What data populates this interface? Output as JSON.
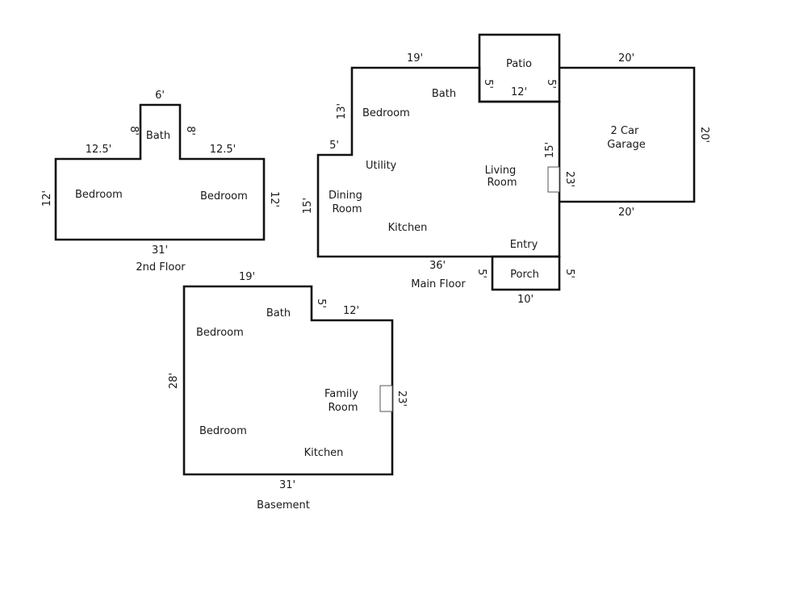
{
  "colors": {
    "wall": "#111111",
    "text": "#1a1a1a",
    "background": "#ffffff",
    "fireplace": "#555555"
  },
  "second_floor": {
    "caption": "2nd Floor",
    "rooms": {
      "bath": "Bath",
      "bedroom_left": "Bedroom",
      "bedroom_right": "Bedroom"
    },
    "dims": {
      "bath_top": "6'",
      "bath_left": "8'",
      "bath_right": "8'",
      "top_left": "12.5'",
      "top_right": "12.5'",
      "left": "12'",
      "right": "12'",
      "bottom": "31'"
    }
  },
  "main_floor": {
    "caption": "Main Floor",
    "rooms": {
      "patio": "Patio",
      "bath": "Bath",
      "bedroom": "Bedroom",
      "utility": "Utility",
      "living": [
        "Living",
        "Room"
      ],
      "dining": [
        "Dining",
        "Room"
      ],
      "kitchen": "Kitchen",
      "entry": "Entry",
      "porch": "Porch",
      "garage": [
        "2 Car",
        "Garage"
      ]
    },
    "dims": {
      "top": "19'",
      "bedroom_left": "13'",
      "step": "5'",
      "dining_left": "15'",
      "bottom": "36'",
      "patio_left": "5'",
      "patio_right": "5'",
      "patio_bottom": "12'",
      "living_upper": "15'",
      "living_right": "23'",
      "porch_left": "5'",
      "porch_right": "5'",
      "porch_bottom": "10'",
      "garage_top": "20'",
      "garage_right": "20'",
      "garage_bottom": "20'"
    }
  },
  "basement": {
    "caption": "Basement",
    "rooms": {
      "bath": "Bath",
      "bedroom_top": "Bedroom",
      "bedroom_bottom": "Bedroom",
      "family": [
        "Family",
        "Room"
      ],
      "kitchen": "Kitchen"
    },
    "dims": {
      "top": "19'",
      "notch": "5'",
      "step": "12'",
      "left": "28'",
      "right": "23'",
      "bottom": "31'"
    }
  }
}
